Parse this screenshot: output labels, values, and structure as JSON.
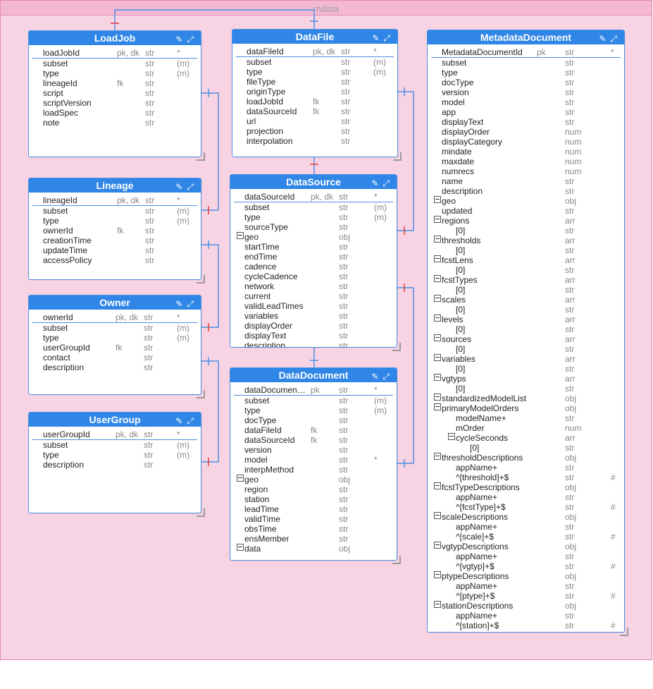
{
  "container": {
    "title": "mdata"
  },
  "entities": [
    {
      "id": "LoadJob",
      "title": "LoadJob",
      "rows": [
        {
          "name": "loadJobId",
          "key": "pk, dk",
          "type": "str",
          "flag": "*",
          "pk": true
        },
        {
          "name": "subset",
          "key": "",
          "type": "str",
          "flag": "(m)"
        },
        {
          "name": "type",
          "key": "",
          "type": "str",
          "flag": "(m)"
        },
        {
          "name": "lineageId",
          "key": "fk",
          "type": "str",
          "flag": ""
        },
        {
          "name": "script",
          "key": "",
          "type": "str",
          "flag": ""
        },
        {
          "name": "scriptVersion",
          "key": "",
          "type": "str",
          "flag": ""
        },
        {
          "name": "loadSpec",
          "key": "",
          "type": "str",
          "flag": ""
        },
        {
          "name": "note",
          "key": "",
          "type": "str",
          "flag": ""
        }
      ]
    },
    {
      "id": "Lineage",
      "title": "Lineage",
      "rows": [
        {
          "name": "lineageId",
          "key": "pk, dk",
          "type": "str",
          "flag": "*",
          "pk": true
        },
        {
          "name": "subset",
          "key": "",
          "type": "str",
          "flag": "(m)"
        },
        {
          "name": "type",
          "key": "",
          "type": "str",
          "flag": "(m)"
        },
        {
          "name": "ownerId",
          "key": "fk",
          "type": "str",
          "flag": ""
        },
        {
          "name": "creationTime",
          "key": "",
          "type": "str",
          "flag": ""
        },
        {
          "name": "updateTime",
          "key": "",
          "type": "str",
          "flag": ""
        },
        {
          "name": "accessPolicy",
          "key": "",
          "type": "str",
          "flag": ""
        }
      ]
    },
    {
      "id": "Owner",
      "title": "Owner",
      "rows": [
        {
          "name": "ownerId",
          "key": "pk, dk",
          "type": "str",
          "flag": "*",
          "pk": true
        },
        {
          "name": "subset",
          "key": "",
          "type": "str",
          "flag": "(m)"
        },
        {
          "name": "type",
          "key": "",
          "type": "str",
          "flag": "(m)"
        },
        {
          "name": "userGroupId",
          "key": "fk",
          "type": "str",
          "flag": ""
        },
        {
          "name": "contact",
          "key": "",
          "type": "str",
          "flag": ""
        },
        {
          "name": "description",
          "key": "",
          "type": "str",
          "flag": ""
        }
      ]
    },
    {
      "id": "UserGroup",
      "title": "UserGroup",
      "rows": [
        {
          "name": "userGroupId",
          "key": "pk, dk",
          "type": "str",
          "flag": "*",
          "pk": true
        },
        {
          "name": "subset",
          "key": "",
          "type": "str",
          "flag": "(m)"
        },
        {
          "name": "type",
          "key": "",
          "type": "str",
          "flag": "(m)"
        },
        {
          "name": "description",
          "key": "",
          "type": "str",
          "flag": ""
        }
      ]
    },
    {
      "id": "DataFile",
      "title": "DataFile",
      "rows": [
        {
          "name": "dataFileId",
          "key": "pk, dk",
          "type": "str",
          "flag": "*",
          "pk": true
        },
        {
          "name": "subset",
          "key": "",
          "type": "str",
          "flag": "(m)"
        },
        {
          "name": "type",
          "key": "",
          "type": "str",
          "flag": "(m)"
        },
        {
          "name": "fileType",
          "key": "",
          "type": "str",
          "flag": ""
        },
        {
          "name": "originType",
          "key": "",
          "type": "str",
          "flag": ""
        },
        {
          "name": "loadJobId",
          "key": "fk",
          "type": "str",
          "flag": ""
        },
        {
          "name": "dataSourceId",
          "key": "fk",
          "type": "str",
          "flag": ""
        },
        {
          "name": "url",
          "key": "",
          "type": "str",
          "flag": ""
        },
        {
          "name": "projection",
          "key": "",
          "type": "str",
          "flag": ""
        },
        {
          "name": "interpolation",
          "key": "",
          "type": "str",
          "flag": ""
        }
      ]
    },
    {
      "id": "DataSource",
      "title": "DataSource",
      "rows": [
        {
          "name": "dataSourceId",
          "key": "pk, dk",
          "type": "str",
          "flag": "*",
          "pk": true
        },
        {
          "name": "subset",
          "key": "",
          "type": "str",
          "flag": "(m)"
        },
        {
          "name": "type",
          "key": "",
          "type": "str",
          "flag": "(m)"
        },
        {
          "name": "sourceType",
          "key": "",
          "type": "str",
          "flag": ""
        },
        {
          "name": "geo",
          "key": "",
          "type": "obj",
          "flag": "",
          "toggle": true
        },
        {
          "name": "startTime",
          "key": "",
          "type": "str",
          "flag": ""
        },
        {
          "name": "endTime",
          "key": "",
          "type": "str",
          "flag": ""
        },
        {
          "name": "cadence",
          "key": "",
          "type": "str",
          "flag": ""
        },
        {
          "name": "cycleCadence",
          "key": "",
          "type": "str",
          "flag": ""
        },
        {
          "name": "network",
          "key": "",
          "type": "str",
          "flag": ""
        },
        {
          "name": "current",
          "key": "",
          "type": "str",
          "flag": ""
        },
        {
          "name": "validLeadTimes",
          "key": "",
          "type": "str",
          "flag": ""
        },
        {
          "name": "variables",
          "key": "",
          "type": "str",
          "flag": ""
        },
        {
          "name": "displayOrder",
          "key": "",
          "type": "str",
          "flag": ""
        },
        {
          "name": "displayText",
          "key": "",
          "type": "str",
          "flag": ""
        },
        {
          "name": "description",
          "key": "",
          "type": "str",
          "flag": ""
        }
      ]
    },
    {
      "id": "DataDocument",
      "title": "DataDocument",
      "rows": [
        {
          "name": "dataDocumentId",
          "key": "pk",
          "type": "str",
          "flag": "*",
          "pk": true
        },
        {
          "name": "subset",
          "key": "",
          "type": "str",
          "flag": "(m)"
        },
        {
          "name": "type",
          "key": "",
          "type": "str",
          "flag": "(m)"
        },
        {
          "name": "docType",
          "key": "",
          "type": "str",
          "flag": ""
        },
        {
          "name": "dataFileId",
          "key": "fk",
          "type": "str",
          "flag": ""
        },
        {
          "name": "dataSourceId",
          "key": "fk",
          "type": "str",
          "flag": ""
        },
        {
          "name": "version",
          "key": "",
          "type": "str",
          "flag": ""
        },
        {
          "name": "model",
          "key": "",
          "type": "str",
          "flag": "*"
        },
        {
          "name": "interpMethod",
          "key": "",
          "type": "str",
          "flag": ""
        },
        {
          "name": "geo",
          "key": "",
          "type": "obj",
          "flag": "",
          "toggle": true
        },
        {
          "name": "region",
          "key": "",
          "type": "str",
          "flag": ""
        },
        {
          "name": "station",
          "key": "",
          "type": "str",
          "flag": ""
        },
        {
          "name": "leadTime",
          "key": "",
          "type": "str",
          "flag": ""
        },
        {
          "name": "validTime",
          "key": "",
          "type": "str",
          "flag": ""
        },
        {
          "name": "obsTime",
          "key": "",
          "type": "str",
          "flag": ""
        },
        {
          "name": "ensMember",
          "key": "",
          "type": "str",
          "flag": ""
        },
        {
          "name": "data",
          "key": "",
          "type": "obj",
          "flag": "",
          "toggle": true
        }
      ]
    },
    {
      "id": "MetadataDocument",
      "title": "MetadataDocument",
      "rows": [
        {
          "name": "MetadataDocumentId",
          "key": "pk",
          "type": "str",
          "flag": "*",
          "pk": true
        },
        {
          "name": "subset",
          "key": "",
          "type": "str",
          "flag": ""
        },
        {
          "name": "type",
          "key": "",
          "type": "str",
          "flag": ""
        },
        {
          "name": "docType",
          "key": "",
          "type": "str",
          "flag": ""
        },
        {
          "name": "version",
          "key": "",
          "type": "str",
          "flag": ""
        },
        {
          "name": "model",
          "key": "",
          "type": "str",
          "flag": ""
        },
        {
          "name": "app",
          "key": "",
          "type": "str",
          "flag": ""
        },
        {
          "name": "displayText",
          "key": "",
          "type": "str",
          "flag": ""
        },
        {
          "name": "displayOrder",
          "key": "",
          "type": "num",
          "flag": ""
        },
        {
          "name": "displayCategory",
          "key": "",
          "type": "num",
          "flag": ""
        },
        {
          "name": "mindate",
          "key": "",
          "type": "num",
          "flag": ""
        },
        {
          "name": "maxdate",
          "key": "",
          "type": "num",
          "flag": ""
        },
        {
          "name": "numrecs",
          "key": "",
          "type": "num",
          "flag": ""
        },
        {
          "name": "name",
          "key": "",
          "type": "str",
          "flag": ""
        },
        {
          "name": "description",
          "key": "",
          "type": "str",
          "flag": ""
        },
        {
          "name": "geo",
          "key": "",
          "type": "obj",
          "flag": "",
          "toggle": true
        },
        {
          "name": "updated",
          "key": "",
          "type": "str",
          "flag": ""
        },
        {
          "name": "regions",
          "key": "",
          "type": "arr",
          "flag": "",
          "toggle": true
        },
        {
          "name": "[0]",
          "key": "",
          "type": "str",
          "flag": "",
          "indent": 1
        },
        {
          "name": "thresholds",
          "key": "",
          "type": "arr",
          "flag": "",
          "toggle": true
        },
        {
          "name": "[0]",
          "key": "",
          "type": "str",
          "flag": "",
          "indent": 1
        },
        {
          "name": "fcstLens",
          "key": "",
          "type": "arr",
          "flag": "",
          "toggle": true
        },
        {
          "name": "[0]",
          "key": "",
          "type": "str",
          "flag": "",
          "indent": 1
        },
        {
          "name": "fcstTypes",
          "key": "",
          "type": "arr",
          "flag": "",
          "toggle": true
        },
        {
          "name": "[0]",
          "key": "",
          "type": "str",
          "flag": "",
          "indent": 1
        },
        {
          "name": "scales",
          "key": "",
          "type": "arr",
          "flag": "",
          "toggle": true
        },
        {
          "name": "[0]",
          "key": "",
          "type": "str",
          "flag": "",
          "indent": 1
        },
        {
          "name": "levels",
          "key": "",
          "type": "arr",
          "flag": "",
          "toggle": true
        },
        {
          "name": "[0]",
          "key": "",
          "type": "str",
          "flag": "",
          "indent": 1
        },
        {
          "name": "sources",
          "key": "",
          "type": "arr",
          "flag": "",
          "toggle": true
        },
        {
          "name": "[0]",
          "key": "",
          "type": "str",
          "flag": "",
          "indent": 1
        },
        {
          "name": "variables",
          "key": "",
          "type": "arr",
          "flag": "",
          "toggle": true
        },
        {
          "name": "[0]",
          "key": "",
          "type": "str",
          "flag": "",
          "indent": 1
        },
        {
          "name": "vgtyps",
          "key": "",
          "type": "arr",
          "flag": "",
          "toggle": true
        },
        {
          "name": "[0]",
          "key": "",
          "type": "str",
          "flag": "",
          "indent": 1
        },
        {
          "name": "standardizedModelList",
          "key": "",
          "type": "obj",
          "flag": "",
          "toggle": true
        },
        {
          "name": "primaryModelOrders",
          "key": "",
          "type": "obj",
          "flag": "",
          "toggle": true
        },
        {
          "name": "modelName+",
          "key": "",
          "type": "str",
          "flag": "",
          "indent": 1
        },
        {
          "name": "mOrder",
          "key": "",
          "type": "num",
          "flag": "",
          "indent": 1
        },
        {
          "name": "cycleSeconds",
          "key": "",
          "type": "arr",
          "flag": "",
          "indent": 1,
          "toggle": true
        },
        {
          "name": "[0]",
          "key": "",
          "type": "str",
          "flag": "",
          "indent": 2
        },
        {
          "name": "thresholdDescriptions",
          "key": "",
          "type": "obj",
          "flag": "",
          "toggle": true
        },
        {
          "name": "appName+",
          "key": "",
          "type": "str",
          "flag": "",
          "indent": 1
        },
        {
          "name": "^[threshold]+$",
          "key": "",
          "type": "str",
          "flag": "#",
          "indent": 1
        },
        {
          "name": "fcstTypeDescriptions",
          "key": "",
          "type": "obj",
          "flag": "",
          "toggle": true
        },
        {
          "name": "appName+",
          "key": "",
          "type": "str",
          "flag": "",
          "indent": 1
        },
        {
          "name": "^[fcstType]+$",
          "key": "",
          "type": "str",
          "flag": "#",
          "indent": 1
        },
        {
          "name": "scaleDescriptions",
          "key": "",
          "type": "obj",
          "flag": "",
          "toggle": true
        },
        {
          "name": "appName+",
          "key": "",
          "type": "str",
          "flag": "",
          "indent": 1
        },
        {
          "name": "^[scale]+$",
          "key": "",
          "type": "str",
          "flag": "#",
          "indent": 1
        },
        {
          "name": "vgtypDescriptions",
          "key": "",
          "type": "obj",
          "flag": "",
          "toggle": true
        },
        {
          "name": "appName+",
          "key": "",
          "type": "str",
          "flag": "",
          "indent": 1
        },
        {
          "name": "^[vgtyp]+$",
          "key": "",
          "type": "str",
          "flag": "#",
          "indent": 1
        },
        {
          "name": "ptypeDescriptions",
          "key": "",
          "type": "obj",
          "flag": "",
          "toggle": true
        },
        {
          "name": "appName+",
          "key": "",
          "type": "str",
          "flag": "",
          "indent": 1
        },
        {
          "name": "^[ptype]+$",
          "key": "",
          "type": "str",
          "flag": "#",
          "indent": 1
        },
        {
          "name": "stationDescriptions",
          "key": "",
          "type": "obj",
          "flag": "",
          "toggle": true
        },
        {
          "name": "appName+",
          "key": "",
          "type": "str",
          "flag": "",
          "indent": 1
        },
        {
          "name": "^[station]+$",
          "key": "",
          "type": "str",
          "flag": "#",
          "indent": 1
        }
      ]
    }
  ],
  "colors": {
    "header": "#2f86e6",
    "link": "#4a90e2",
    "marker": "#e53935",
    "container": "#f8d3e4"
  },
  "icons": {
    "edit": "pencil-icon",
    "expand": "expand-icon"
  }
}
